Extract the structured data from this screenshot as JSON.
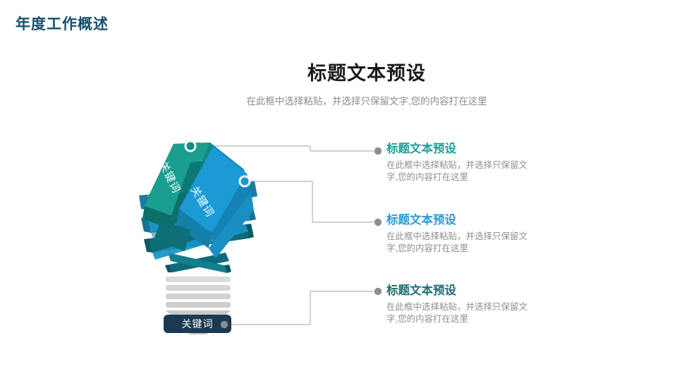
{
  "header": {
    "title": "年度工作概述",
    "color": "#16506a"
  },
  "main": {
    "title": "标题文本预设",
    "subtitle": "在此框中选择粘贴，并选择只保留文字,您的内容打在这里"
  },
  "diagram": {
    "type": "lightbulb-ribbon-spiral",
    "ribbon_labels": [
      {
        "text": "关键词",
        "color": "#1a9e90"
      },
      {
        "text": "关键词",
        "color": "#1b9ad6"
      }
    ],
    "base_label": {
      "text": "关键词",
      "background": "#1b3a52",
      "color": "#ffffff"
    },
    "colors": {
      "teal": "#1a9e90",
      "teal_dark": "#0f7c74",
      "blue": "#1b9ad6",
      "blue_mid": "#2196c9",
      "teal_deep": "#0e6b7a",
      "navy": "#1b3a52",
      "base_gray": "#d9d9d9",
      "base_gray_dark": "#c9c9c9"
    }
  },
  "connector": {
    "line_color": "#b5b5b5",
    "dot_color": "#8d8d8d"
  },
  "items": [
    {
      "title": "标题文本预设",
      "color": "#1f9e9b",
      "body": "在此框中选择粘贴，并选择只保留文字,您的内容打在这里"
    },
    {
      "title": "标题文本预设",
      "color": "#2a9bd6",
      "body": "在此框中选择粘贴，并选择只保留文字,您的内容打在这里"
    },
    {
      "title": "标题文本预设",
      "color": "#1d6e73",
      "body": "在此框中选择粘贴，并选择只保留文字,您的内容打在这里"
    }
  ]
}
